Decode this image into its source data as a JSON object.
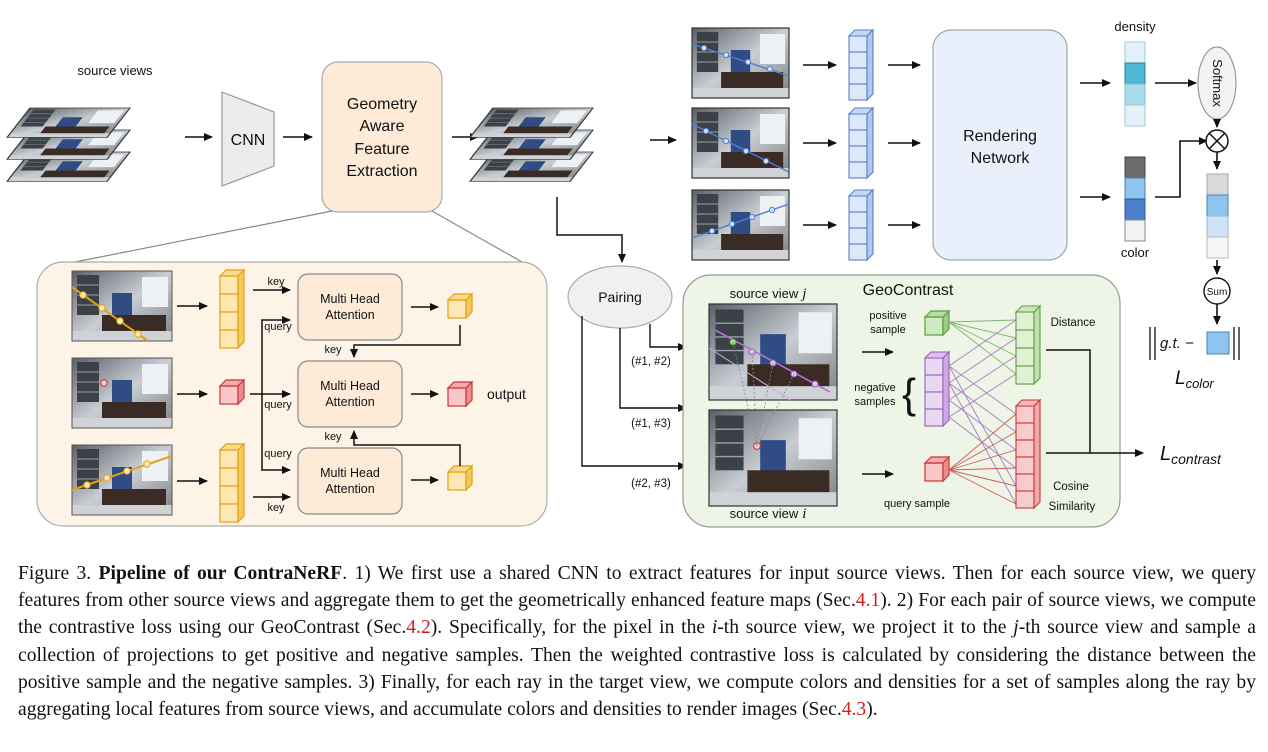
{
  "figure": {
    "source_views_label": "source views",
    "cnn_label": "CNN",
    "gafe_lines": [
      "Geometry",
      "Aware",
      "Feature",
      "Extraction"
    ],
    "rendering_lines": [
      "Rendering",
      "Network"
    ],
    "density_label": "density",
    "color_label": "color",
    "softmax_label": "Softmax",
    "sum_label": "Sum",
    "loss_color": {
      "gt_text": "g.t. −",
      "symbol": "L",
      "subscript": "color"
    },
    "loss_contrast": {
      "symbol": "L",
      "subscript": "contrast"
    },
    "pairing_label": "Pairing",
    "pairs": [
      "(#1, #2)",
      "(#1, #3)",
      "(#2, #3)"
    ],
    "attention": {
      "mha_lines": [
        "Multi Head",
        "Attention"
      ],
      "key": "key",
      "query": "query",
      "output": "output"
    },
    "geocontrast": {
      "title": "GeoContrast",
      "source_view_j": "source view",
      "var_j": "j",
      "source_view_i": "source view",
      "var_i": "i",
      "positive_lines": [
        "positive",
        "sample"
      ],
      "negative_lines": [
        "negative",
        "samples"
      ],
      "query_sample": "query sample",
      "distance": "Distance",
      "cosine": "Cosine",
      "similarity": "Similarity"
    }
  },
  "caption": {
    "fig_num": "Figure 3.",
    "bold_title": "Pipeline of our ContraNeRF",
    "p1": ". 1) We first use a shared CNN to extract features for input source views. Then for each source view, we query features from other source views and aggregate them to get the geometrically enhanced feature maps (Sec.",
    "ref1": "4.1",
    "p2": "). 2) For each pair of source views, we compute the contrastive loss using our GeoContrast (Sec.",
    "ref2": "4.2",
    "p3": "). Specifically, for the pixel in the ",
    "var_i": "i",
    "p4": "-th source view, we project it to the ",
    "var_j": "j",
    "p5": "-th source view and sample a collection of projections to get positive and negative samples. Then the weighted contrastive loss is calculated by considering the distance between the positive sample and the negative samples. 3) Finally, for each ray in the target view, we compute colors and densities for a set of samples along the ray by aggregating local features from source views, and accumulate colors and densities to render images (Sec.",
    "ref3": "4.3",
    "p6": ")."
  }
}
